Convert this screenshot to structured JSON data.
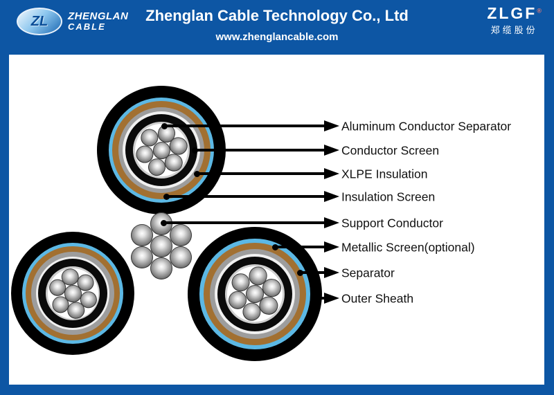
{
  "header": {
    "logo": {
      "monogram": "ZL",
      "brand_line1": "ZHENGLAN",
      "brand_line2": "CABLE"
    },
    "title": "Zhenglan Cable Technology Co., Ltd",
    "website": "www.zhenglancable.com",
    "brand_right": {
      "text": "ZLGF",
      "reg_mark": "®",
      "chinese": "郑缆股份"
    }
  },
  "colors": {
    "header_bg": "#0d56a4",
    "frame_blue": "#0d56a4",
    "outer_sheath_black": "#000000",
    "separator_ring_blue": "#5cb8e4",
    "metallic_screen_brown": "#a27031",
    "insulation_screen_gray": "#9d9d9d",
    "xlpe_black": "#0a0a0a",
    "conductor_screen_lightgray": "#cfcfcf",
    "label_text": "#111111"
  },
  "diagram": {
    "labels": [
      {
        "text": "Aluminum Conductor Separator"
      },
      {
        "text": "Conductor Screen"
      },
      {
        "text": "XLPE Insulation"
      },
      {
        "text": "Insulation Screen"
      },
      {
        "text": "Support Conductor"
      },
      {
        "text": "Metallic Screen(optional)"
      },
      {
        "text": "Separator"
      },
      {
        "text": "Outer Sheath"
      }
    ]
  }
}
